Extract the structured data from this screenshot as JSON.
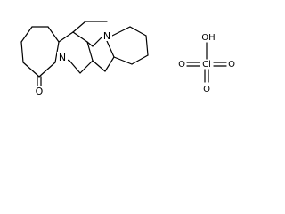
{
  "structures": [
    {
      "atom_labels": [
        "N",
        "N",
        "O"
      ],
      "counterion": {
        "atom_labels": [
          "OH",
          "O",
          "Cl",
          "O",
          "O"
        ]
      }
    }
  ],
  "colors": {
    "ink": "#000000",
    "background": "#ffffff"
  }
}
